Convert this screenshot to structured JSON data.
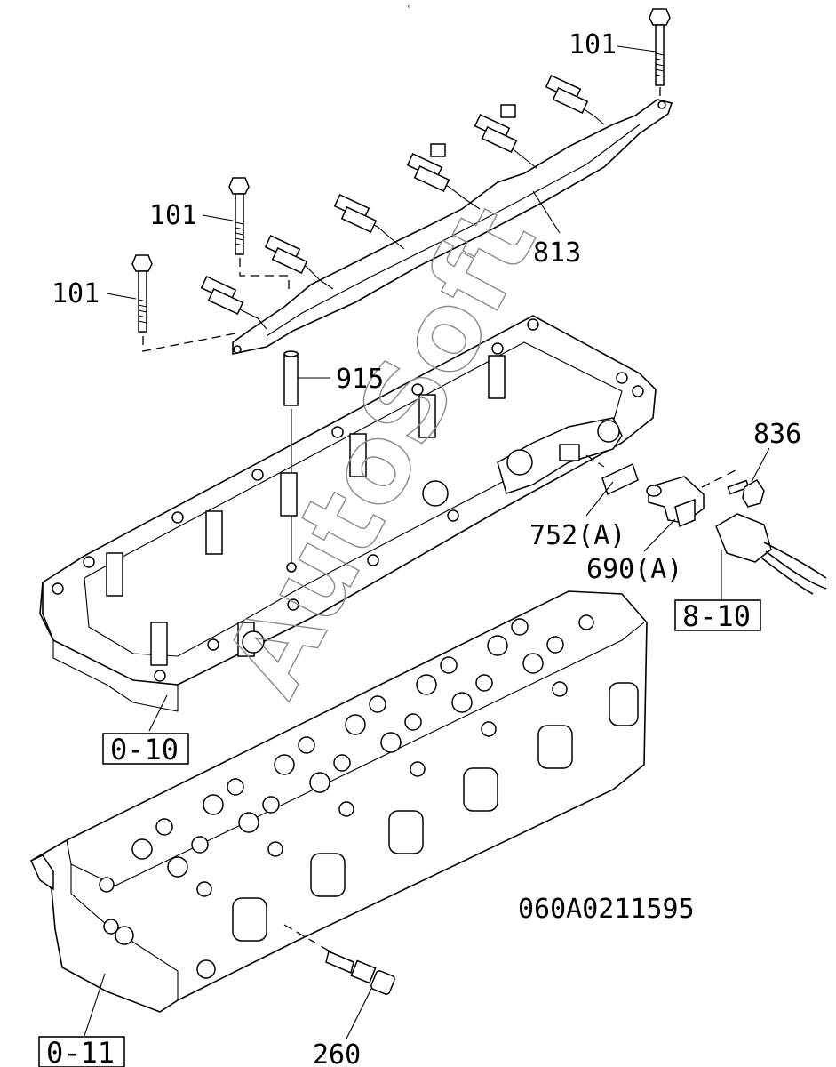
{
  "header_mark": "° ",
  "watermark": "AutoSoft",
  "drawing_code": "060A0211595",
  "callouts": {
    "bolt_a": "101",
    "bolt_b": "101",
    "bolt_c": "101",
    "harness": "813",
    "spacer": "915",
    "screw": "836",
    "gasket": "752(A)",
    "sensor": "690(A)",
    "temp_sensor": "260"
  },
  "references": {
    "connector_ref": "8-10",
    "cover_ref": "0-10",
    "head_ref": "0-11"
  }
}
